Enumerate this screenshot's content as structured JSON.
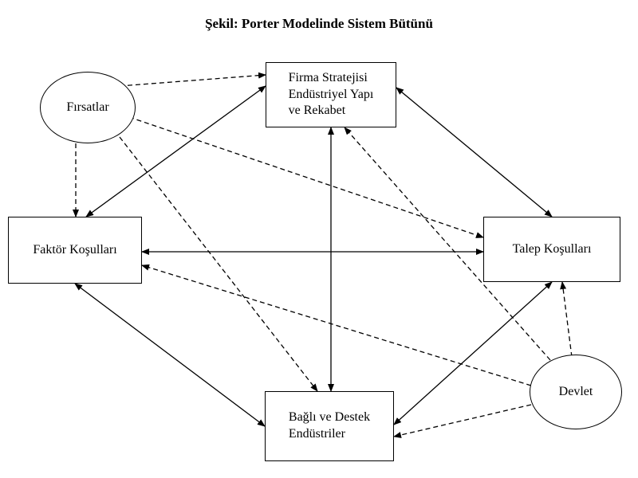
{
  "title": "Şekil: Porter Modelinde Sistem Bütünü",
  "nodes": {
    "firma": [
      "Firma Stratejisi",
      "Endüstriyel Yapı",
      "ve Rekabet"
    ],
    "faktor": [
      "Faktör Koşulları"
    ],
    "talep": [
      "Talep Koşulları"
    ],
    "bagli": [
      "Bağlı ve Destek",
      "Endüstriler"
    ],
    "firsatlar": "Fırsatlar",
    "devlet": "Devlet"
  },
  "edges": [
    {
      "from": "faktor",
      "to": "firma",
      "style": "solid",
      "direction": "both"
    },
    {
      "from": "firma",
      "to": "talep",
      "style": "solid",
      "direction": "both"
    },
    {
      "from": "faktor",
      "to": "talep",
      "style": "solid",
      "direction": "both"
    },
    {
      "from": "firma",
      "to": "bagli",
      "style": "solid",
      "direction": "both"
    },
    {
      "from": "faktor",
      "to": "bagli",
      "style": "solid",
      "direction": "both"
    },
    {
      "from": "bagli",
      "to": "talep",
      "style": "solid",
      "direction": "both"
    },
    {
      "from": "firsatlar",
      "to": "firma",
      "style": "dashed",
      "direction": "forward"
    },
    {
      "from": "firsatlar",
      "to": "faktor",
      "style": "dashed",
      "direction": "forward"
    },
    {
      "from": "firsatlar",
      "to": "talep",
      "style": "dashed",
      "direction": "forward"
    },
    {
      "from": "firsatlar",
      "to": "bagli",
      "style": "dashed",
      "direction": "forward"
    },
    {
      "from": "devlet",
      "to": "firma",
      "style": "dashed",
      "direction": "forward"
    },
    {
      "from": "devlet",
      "to": "faktor",
      "style": "dashed",
      "direction": "forward"
    },
    {
      "from": "devlet",
      "to": "talep",
      "style": "dashed",
      "direction": "forward"
    },
    {
      "from": "devlet",
      "to": "bagli",
      "style": "dashed",
      "direction": "forward"
    }
  ]
}
